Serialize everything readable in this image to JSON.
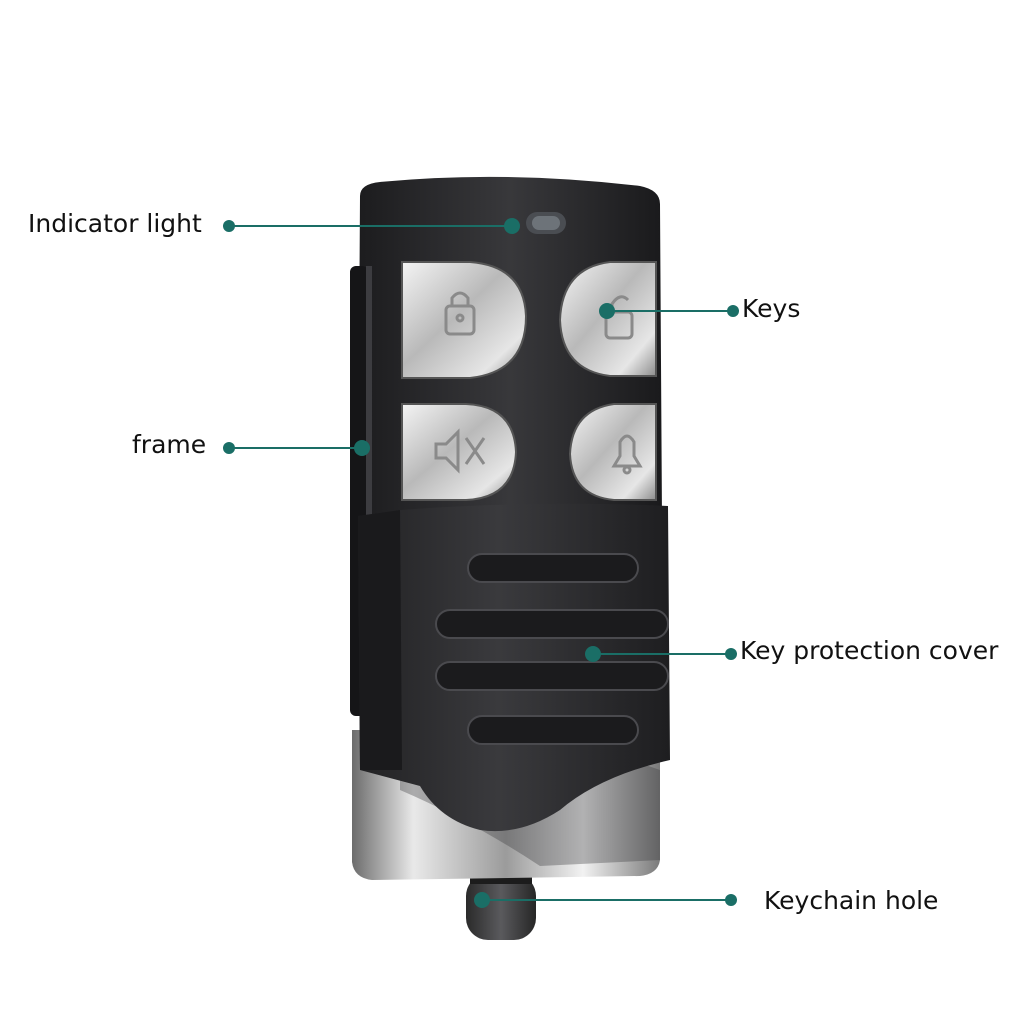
{
  "labels": {
    "indicator_light": "Indicator light",
    "keys": "Keys",
    "frame": "frame",
    "key_protection_cover": "Key protection cover",
    "keychain_hole": "Keychain hole"
  },
  "colors": {
    "callout": "#1a6e66",
    "body": "#2a2a2c",
    "chrome": "#c9c9c9",
    "text": "#111111"
  },
  "icons": {
    "key_1": "lock-closed-icon",
    "key_2": "lock-open-icon",
    "key_3": "speaker-mute-icon",
    "key_4": "bell-icon"
  }
}
